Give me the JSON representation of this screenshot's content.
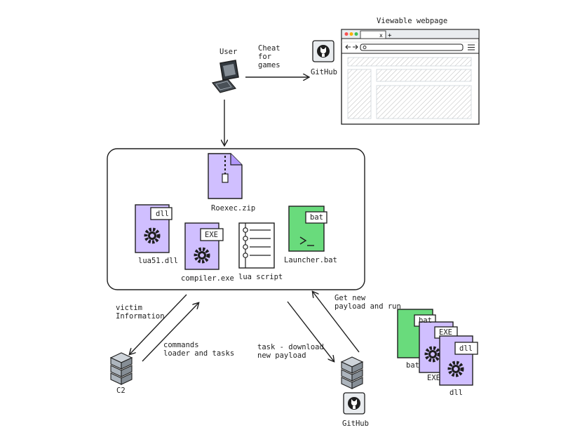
{
  "user": {
    "label": "User"
  },
  "cheat_label": "Cheat\nfor\ngames",
  "github_top": {
    "label": "GitHub"
  },
  "webpage": {
    "label": "Viewable webpage",
    "tab_close": "x",
    "tab_new": "+"
  },
  "bundle": {
    "zip_label": "Roexec.zip",
    "dll": {
      "tag": "dll",
      "label": "lua51.dll"
    },
    "exe": {
      "tag": "EXE",
      "label": "compiler.exe"
    },
    "script": {
      "label": "lua script"
    },
    "bat": {
      "tag": "bat",
      "label": "Launcher.bat"
    }
  },
  "edges": {
    "victim_info": "victim\nInformation",
    "commands": "commands\nloader and tasks",
    "task_download": "task - download\nnew payload",
    "get_payload": "Get new\npayload and run"
  },
  "c2": {
    "label": "C2"
  },
  "github_bottom": {
    "label": "GitHub"
  },
  "payload_stack": {
    "bat_label": "bat",
    "exe_label": "EXE",
    "dll_label": "dll",
    "bat_tag": "bat",
    "exe_tag": "EXE",
    "dll_tag": "dll"
  },
  "colors": {
    "purple": "#d0bfff",
    "green": "#69db7c",
    "stroke": "#1e1e1e",
    "gray": "#dee2e6"
  }
}
